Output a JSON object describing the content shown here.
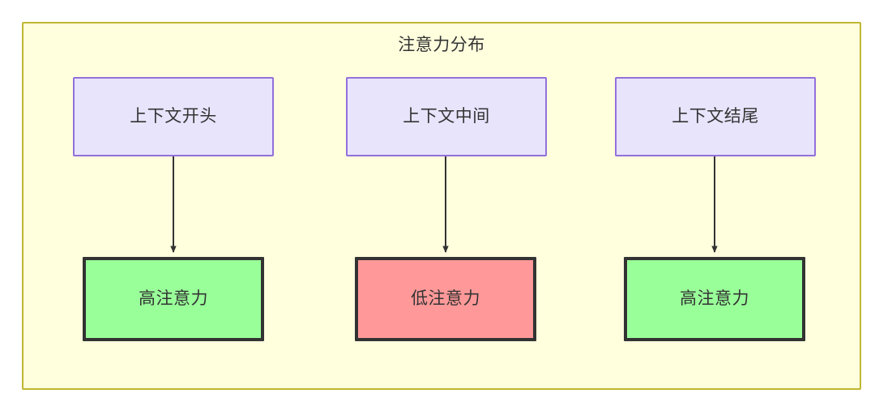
{
  "diagram": {
    "type": "flowchart",
    "title": "注意力分布",
    "container": {
      "fill_color": "#ffffde",
      "border_color": "#bfb731"
    },
    "top_nodes": [
      {
        "id": "context-start",
        "label": "上下文开头",
        "fill_color": "#e7e4fc",
        "border_color": "#9370db"
      },
      {
        "id": "context-middle",
        "label": "上下文中间",
        "fill_color": "#e7e4fc",
        "border_color": "#9370db"
      },
      {
        "id": "context-end",
        "label": "上下文结尾",
        "fill_color": "#e7e4fc",
        "border_color": "#9370db"
      }
    ],
    "bottom_nodes": [
      {
        "id": "attention-high-start",
        "label": "高注意力",
        "fill_color": "#99ff99",
        "border_color": "#333333"
      },
      {
        "id": "attention-low-middle",
        "label": "低注意力",
        "fill_color": "#ff9999",
        "border_color": "#333333"
      },
      {
        "id": "attention-high-end",
        "label": "高注意力",
        "fill_color": "#99ff99",
        "border_color": "#333333"
      }
    ],
    "edges": [
      {
        "from": "context-start",
        "to": "attention-high-start",
        "label": ""
      },
      {
        "from": "context-middle",
        "to": "attention-low-middle",
        "label": ""
      },
      {
        "from": "context-end",
        "to": "attention-high-end",
        "label": ""
      }
    ]
  }
}
